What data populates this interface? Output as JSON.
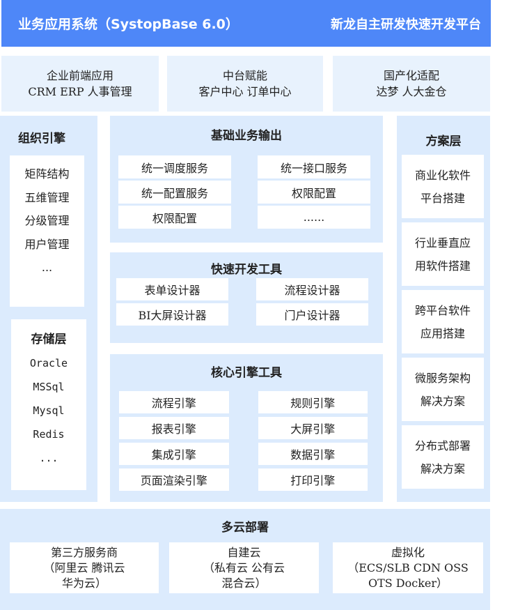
{
  "header": {
    "title": "业务应用系统（SystopBase 6.0）",
    "subtitle": "新龙自主研发快速开发平台"
  },
  "top_row": [
    {
      "line1": "企业前端应用",
      "line2": "CRM ERP 人事管理"
    },
    {
      "line1": "中台赋能",
      "line2": "客户中心 订单中心"
    },
    {
      "line1": "国产化适配",
      "line2": "达梦 人大金仓"
    }
  ],
  "org_engine": {
    "title": "组织引擎",
    "items": [
      "矩阵结构",
      "五维管理",
      "分级管理",
      "用户管理",
      "..."
    ]
  },
  "storage": {
    "title": "存储层",
    "items": [
      "Oracle",
      "MSSql",
      "Mysql",
      "Redis",
      "..."
    ]
  },
  "basic_output": {
    "title": "基础业务输出",
    "items": [
      "统一调度服务",
      "统一接口服务",
      "统一配置服务",
      "权限配置",
      "权限配置",
      "......"
    ]
  },
  "rapid_tools": {
    "title": "快速开发工具",
    "items": [
      "表单设计器",
      "流程设计器",
      "BI大屏设计器",
      "门户设计器"
    ]
  },
  "core_engine": {
    "title": "核心引擎工具",
    "items": [
      "流程引擎",
      "规则引擎",
      "报表引擎",
      "大屏引擎",
      "集成引擎",
      "数据引擎",
      "页面渲染引擎",
      "打印引擎"
    ]
  },
  "solutions": {
    "title": "方案层",
    "items": [
      {
        "line1": "商业化软件",
        "line2": "平台搭建"
      },
      {
        "line1": "行业垂直应",
        "line2": "用软件搭建"
      },
      {
        "line1": "跨平台软件",
        "line2": "应用搭建"
      },
      {
        "line1": "微服务架构",
        "line2": "解决方案"
      },
      {
        "line1": "分布式部署",
        "line2": "解决方案"
      }
    ]
  },
  "multicloud": {
    "title": "多云部署",
    "items": [
      {
        "line1": "第三方服务商",
        "line2": "（阿里云  腾讯云",
        "line3": "华为云）"
      },
      {
        "line1": "自建云",
        "line2": "（私有云 公有云",
        "line3": "混合云）"
      },
      {
        "line1": "虚拟化",
        "line2": "（ECS/SLB CDN OSS",
        "line3": "OTS Docker）"
      }
    ]
  }
}
